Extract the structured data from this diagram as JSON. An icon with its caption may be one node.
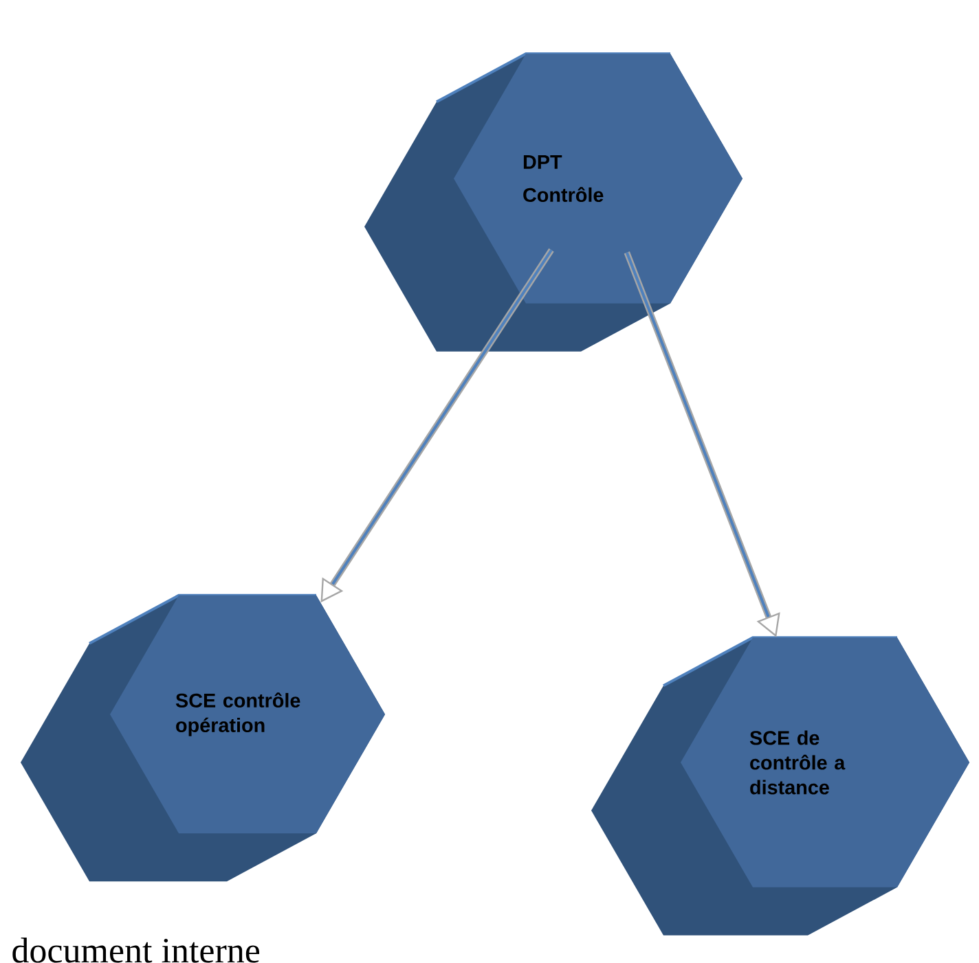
{
  "diagram": {
    "caption": "document interne",
    "nodes": [
      {
        "text": [
          "DPT",
          "Contrôle"
        ]
      },
      {
        "text": [
          "SCE contrôle opération"
        ]
      },
      {
        "text": [
          "SCE de contrôle a distance"
        ]
      }
    ],
    "edges": [
      {
        "from": 0,
        "to": 1,
        "arrow": "to"
      },
      {
        "from": 0,
        "to": 2,
        "arrow": "to"
      }
    ]
  }
}
